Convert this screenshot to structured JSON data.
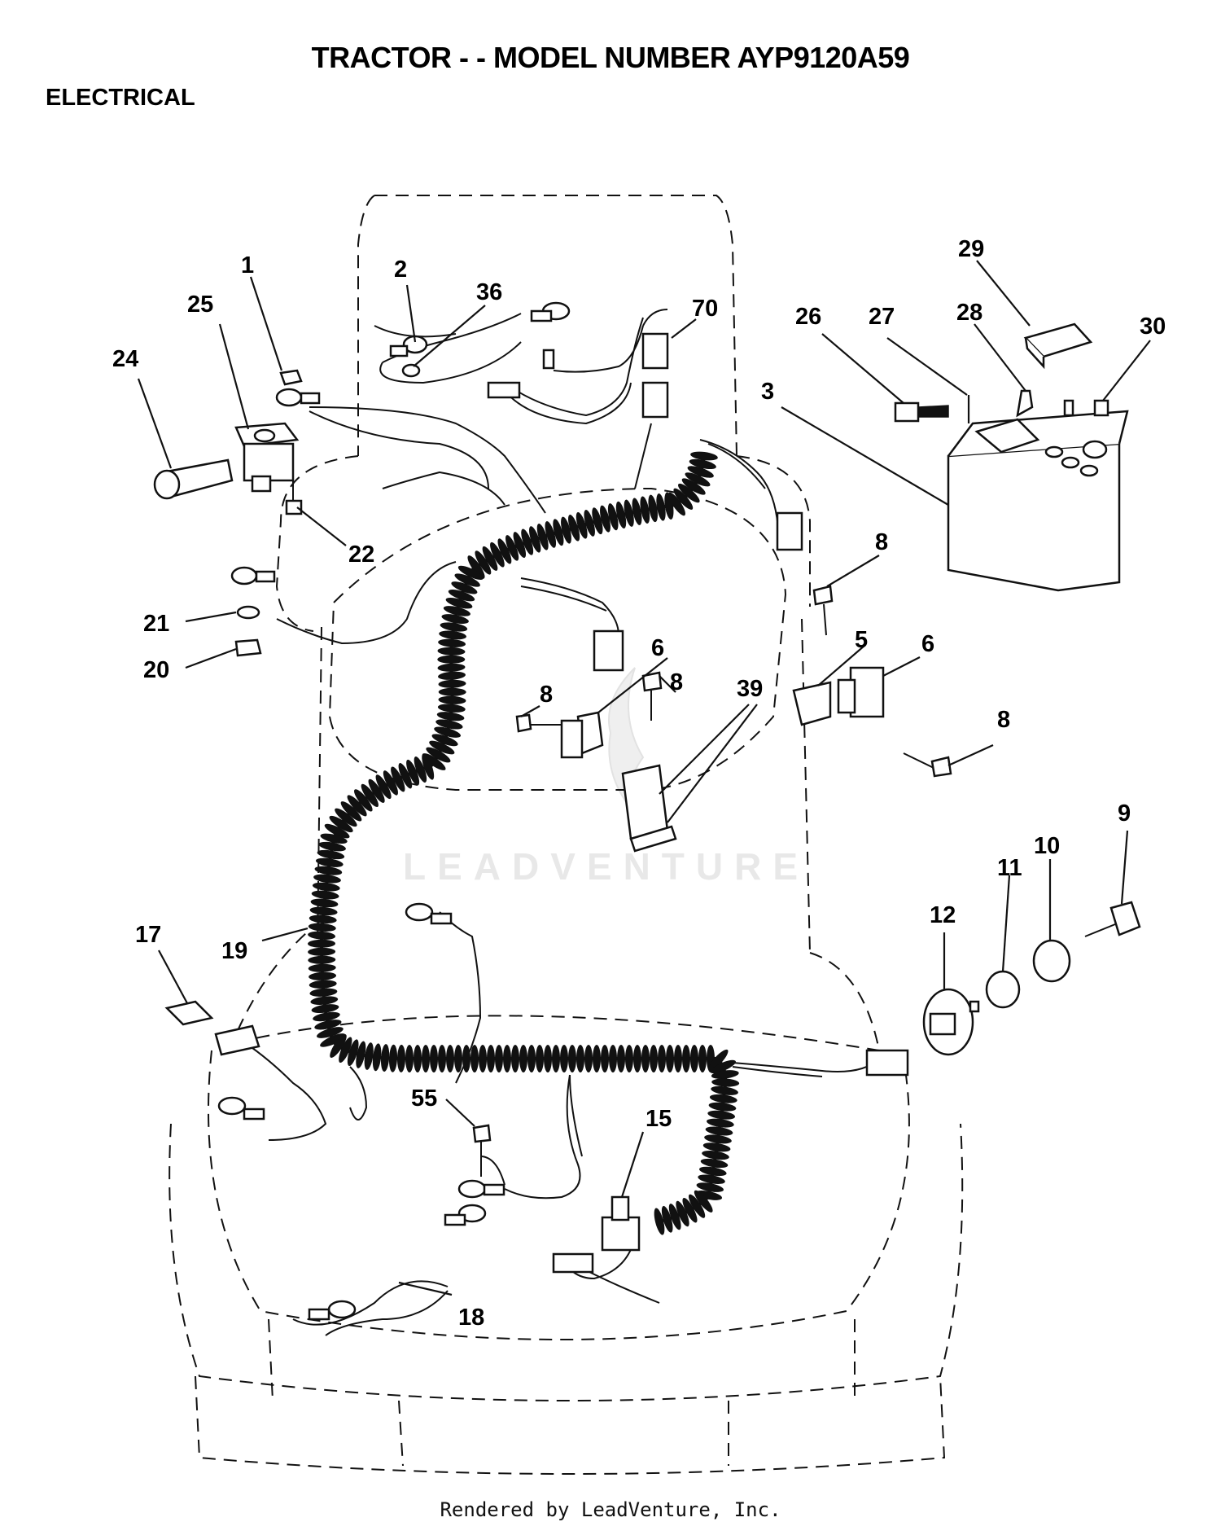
{
  "header": {
    "title": "TRACTOR - - MODEL NUMBER AYP9120A59",
    "section": "ELECTRICAL"
  },
  "watermark": "LEADVENTURE",
  "footer": "Rendered by LeadVenture, Inc.",
  "callouts": [
    "1",
    "2",
    "3",
    "5",
    "6",
    "6",
    "8",
    "8",
    "8",
    "8",
    "9",
    "10",
    "11",
    "12",
    "15",
    "17",
    "18",
    "19",
    "20",
    "21",
    "22",
    "24",
    "25",
    "26",
    "27",
    "28",
    "29",
    "30",
    "36",
    "39",
    "55",
    "70"
  ]
}
